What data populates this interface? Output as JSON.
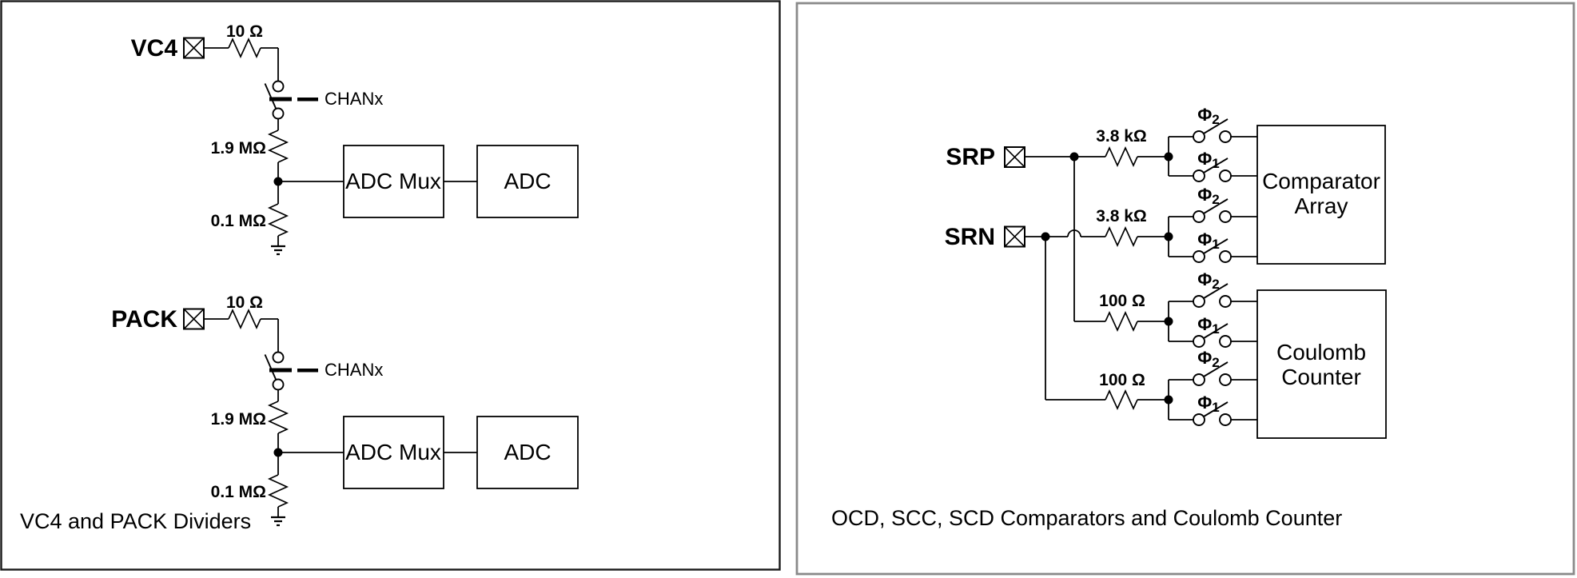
{
  "left_panel": {
    "caption": "VC4 and PACK Dividers",
    "circuits": [
      {
        "pin": "VC4",
        "series_r": "10 Ω",
        "switch": "CHANx",
        "r_upper": "1.9 MΩ",
        "r_lower": "0.1 MΩ",
        "mux": "ADC Mux",
        "adc": "ADC"
      },
      {
        "pin": "PACK",
        "series_r": "10 Ω",
        "switch": "CHANx",
        "r_upper": "1.9 MΩ",
        "r_lower": "0.1 MΩ",
        "mux": "ADC Mux",
        "adc": "ADC"
      }
    ]
  },
  "right_panel": {
    "caption": "OCD, SCC, SCD Comparators and Coulomb Counter",
    "pins": {
      "srp": "SRP",
      "srn": "SRN"
    },
    "resistors": {
      "srp_sense": "3.8 kΩ",
      "srn_sense": "3.8 kΩ",
      "srp_cc": "100 Ω",
      "srn_cc": "100 Ω"
    },
    "phase": {
      "phi": "Φ",
      "one": "1",
      "two": "2"
    },
    "blocks": {
      "comparator": {
        "line1": "Comparator",
        "line2": "Array"
      },
      "coulomb": {
        "line1": "Coulomb",
        "line2": "Counter"
      }
    }
  },
  "colors": {
    "background": "#ffffff",
    "line": "#000000",
    "left_panel_border": "#1a1a1a",
    "right_panel_border": "#8a8a8a"
  }
}
